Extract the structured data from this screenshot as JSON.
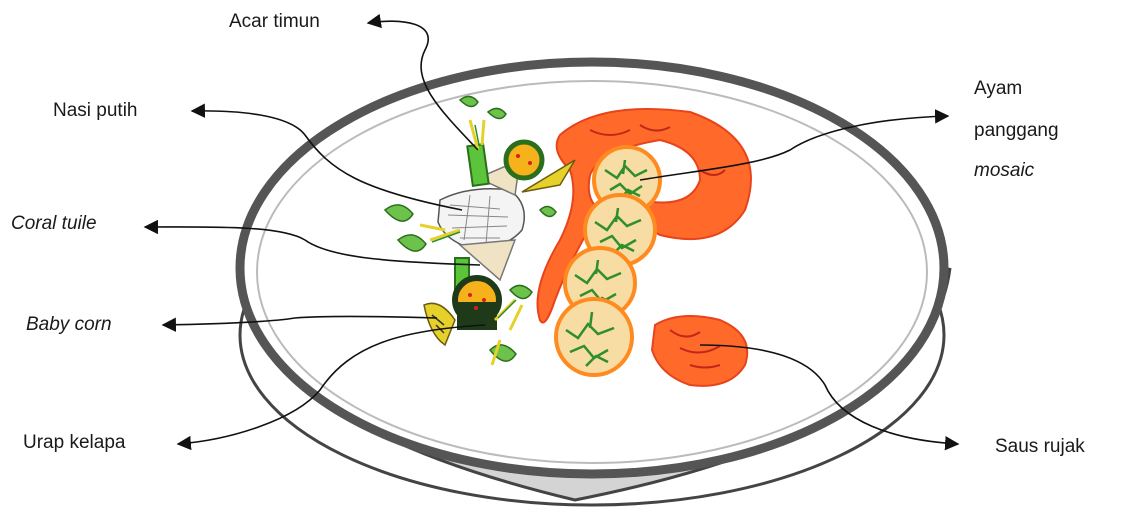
{
  "labels": {
    "acar_timun": "Acar timun",
    "nasi_putih": "Nasi putih",
    "coral_tuile": "Coral tuile",
    "baby_corn": "Baby corn",
    "urap_kelapa": "Urap kelapa",
    "ayam_line1": "Ayam",
    "ayam_line2": "panggang",
    "ayam_line3": "mosaic",
    "saus_rujak": "Saus rujak"
  },
  "colors": {
    "plate_rim": "#5a5a5a",
    "plate_side": "#d4d4d4",
    "orange_sauce": "#ff6a2b",
    "chicken_fill": "#f7dca4",
    "chicken_ring": "#ff8a1f",
    "herb_green": "#2f8f2a",
    "leaf_green": "#6cc24a",
    "corn_yellow": "#e6d02a"
  }
}
